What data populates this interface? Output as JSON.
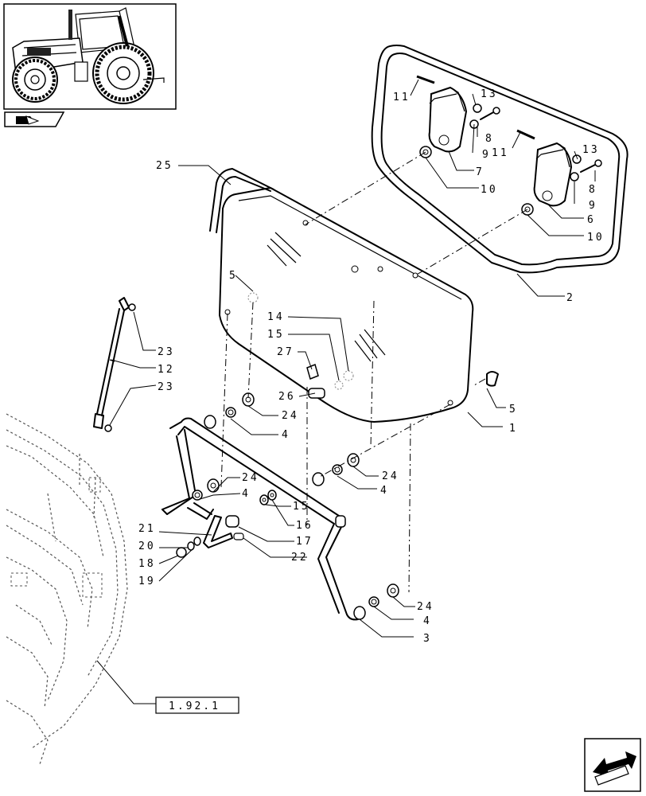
{
  "labels": {
    "l25": "25",
    "l2": "2",
    "l11a": "11",
    "l13a": "13",
    "l8a": "8",
    "l9a": "9",
    "l7": "7",
    "l10a": "10",
    "l11b": "11",
    "l13b": "13",
    "l8b": "8",
    "l9b": "9",
    "l6": "6",
    "l10b": "10",
    "l5a": "5",
    "l5b": "5",
    "l1": "1",
    "l23a": "23",
    "l12": "12",
    "l23b": "23",
    "l14": "14",
    "l15a": "15",
    "l27": "27",
    "l26": "26",
    "l24a": "24",
    "l4a": "4",
    "l24b": "24",
    "l4b": "4",
    "l24c": "24",
    "l4c": "4",
    "l15b": "15",
    "l16": "16",
    "l17": "17",
    "l22": "22",
    "l21": "21",
    "l20": "20",
    "l18": "18",
    "l19": "19",
    "l24d": "24",
    "l4d": "4",
    "l3": "3"
  },
  "reference_box": "1.92.1"
}
